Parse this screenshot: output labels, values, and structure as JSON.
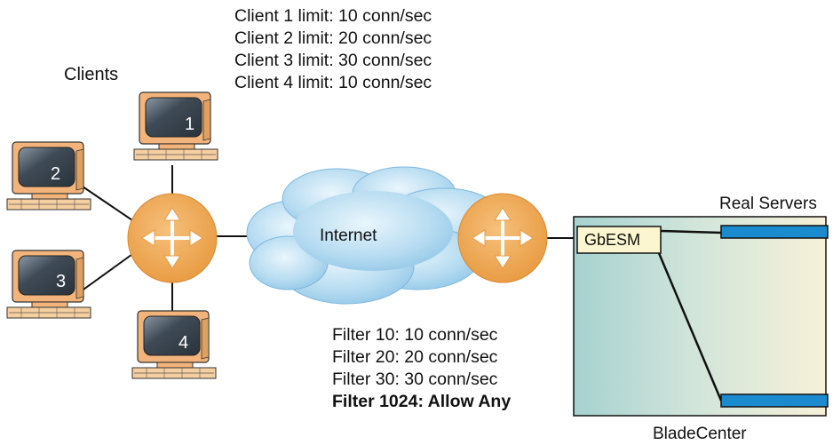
{
  "labels": {
    "clients": "Clients",
    "internet": "Internet",
    "real_servers": "Real Servers",
    "gbesm": "GbESM",
    "bladecenter": "BladeCenter"
  },
  "client_limits": [
    "Client 1 limit: 10 conn/sec",
    "Client 2 limit: 20 conn/sec",
    "Client 3 limit: 30 conn/sec",
    "Client 4 limit: 10 conn/sec"
  ],
  "filters": [
    "Filter 10: 10 conn/sec",
    "Filter 20: 20 conn/sec",
    "Filter 30: 30 conn/sec",
    "Filter 1024: Allow Any"
  ],
  "client_numbers": [
    "1",
    "2",
    "3",
    "4"
  ],
  "colors": {
    "router": "#ECA24A",
    "monitor": "#F2B47A",
    "screen": "#3A4650",
    "cloud": "#A8D4EE",
    "server_bar": "#1B8BD0",
    "gbesm_box": "#FBF5D0",
    "bladecenter_left": "#A6D2D0",
    "bladecenter_right": "#F7F1D8"
  },
  "icons": [
    "router-icon",
    "computer-icon",
    "cloud-icon",
    "server-icon"
  ]
}
